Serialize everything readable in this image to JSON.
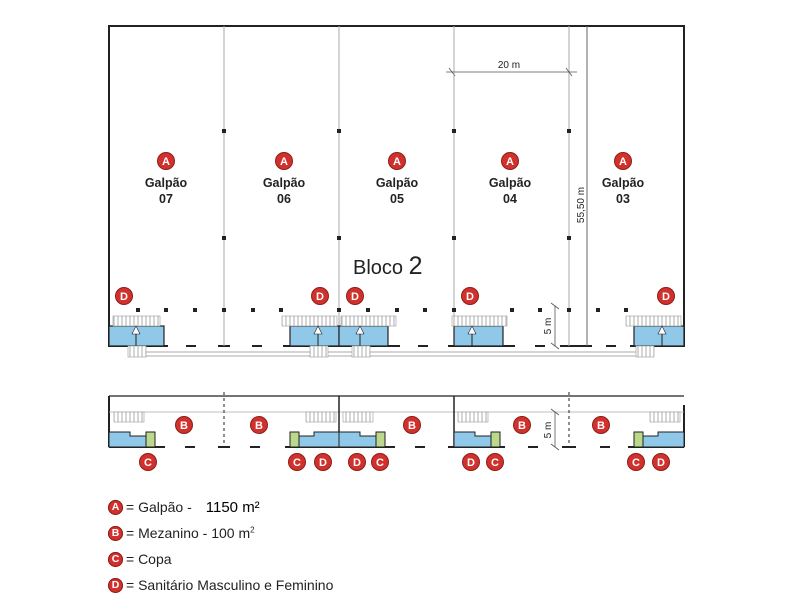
{
  "block_label": "Bloco 2",
  "block_label_prefix": "Bloco",
  "block_label_number": "2",
  "dimensions": {
    "width": "20 m",
    "depth": "55,50 m",
    "strip": "5 m",
    "upper_strip": "5 m"
  },
  "units": [
    {
      "marker": "A",
      "name": "Galpão",
      "number": "07"
    },
    {
      "marker": "A",
      "name": "Galpão",
      "number": "06"
    },
    {
      "marker": "A",
      "name": "Galpão",
      "number": "05"
    },
    {
      "marker": "A",
      "name": "Galpão",
      "number": "04"
    },
    {
      "marker": "A",
      "name": "Galpão",
      "number": "03"
    }
  ],
  "markers": {
    "A": "A",
    "B": "B",
    "C": "C",
    "D": "D"
  },
  "legend": [
    {
      "key": "A",
      "text": "= Galpão - ",
      "value": "1150 m²"
    },
    {
      "key": "B",
      "text": "= Mezanino - 100 m",
      "sup": "2"
    },
    {
      "key": "C",
      "text": "= Copa"
    },
    {
      "key": "D",
      "text": "= Sanitário Masculino e Feminino"
    }
  ],
  "colors": {
    "marker": "#d0312d",
    "room": "#8fc8e8",
    "copa": "#bcd88a",
    "wall": "#222222"
  }
}
